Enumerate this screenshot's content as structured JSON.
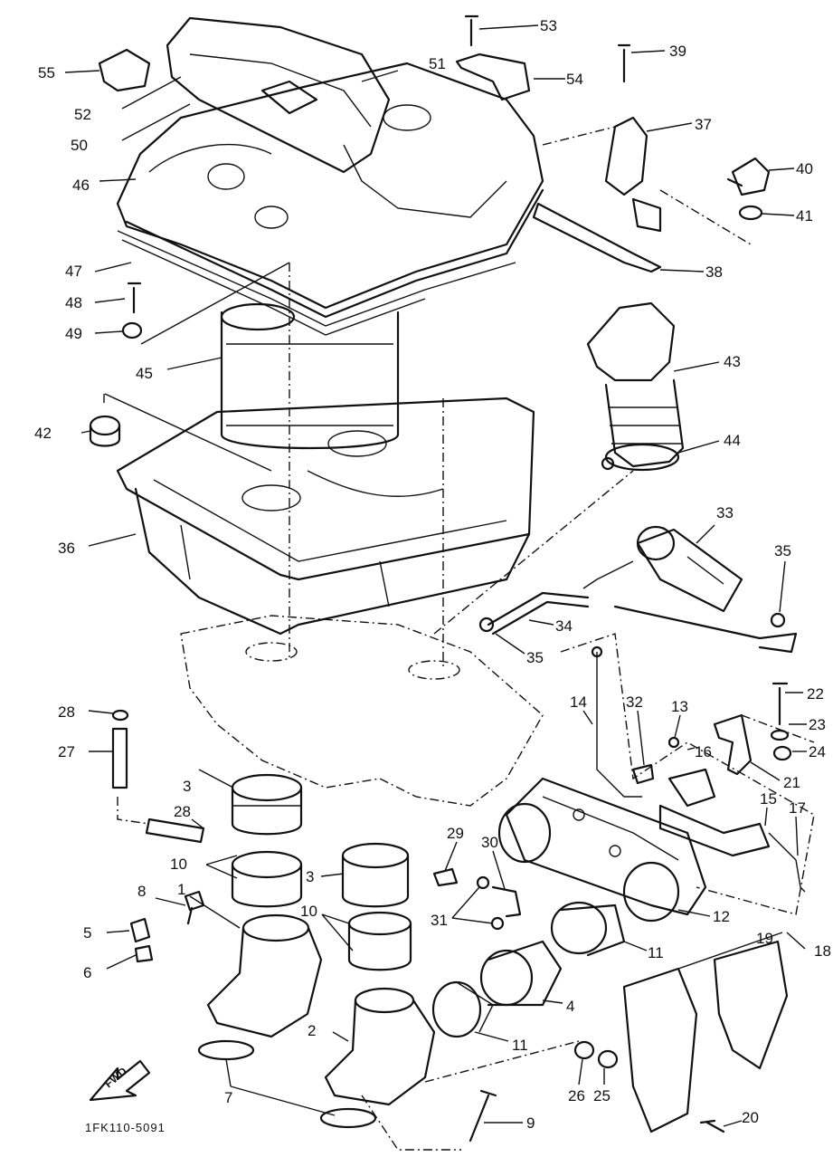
{
  "drawing_code": "1FK110-5091",
  "direction_mark": "FWD",
  "callouts": [
    "1",
    "2",
    "3",
    "4",
    "5",
    "6",
    "7",
    "8",
    "9",
    "10",
    "11",
    "12",
    "13",
    "14",
    "15",
    "16",
    "17",
    "18",
    "19",
    "20",
    "21",
    "22",
    "23",
    "24",
    "25",
    "26",
    "27",
    "28",
    "29",
    "30",
    "31",
    "32",
    "33",
    "34",
    "35",
    "36",
    "37",
    "38",
    "39",
    "40",
    "41",
    "42",
    "43",
    "44",
    "45",
    "46",
    "47",
    "48",
    "49",
    "50",
    "51",
    "52",
    "53",
    "54",
    "55"
  ]
}
